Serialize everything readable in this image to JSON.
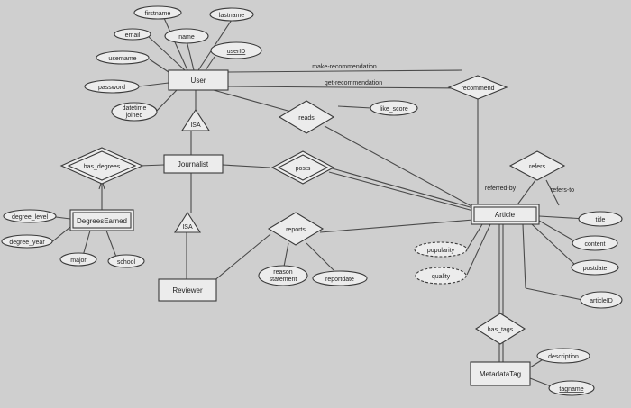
{
  "entities": {
    "user": "User",
    "journalist": "Journalist",
    "reviewer": "Reviewer",
    "degrees_earned": "DegreesEarned",
    "article": "Article",
    "metadata_tag": "MetadataTag"
  },
  "attributes": {
    "firstname": "firstname",
    "lastname": "lastname",
    "email": "email",
    "name": "name",
    "userid": "userID",
    "username": "username",
    "password": "password",
    "datetime_joined_1": "datetime",
    "datetime_joined_2": "joined",
    "like_score": "like_score",
    "degree_level": "degree_level",
    "degree_year": "degree_year",
    "major": "major",
    "school": "school",
    "reason_statement_1": "reason",
    "reason_statement_2": "statement",
    "reportdate": "reportdate",
    "popularity": "popularity",
    "quality": "quality",
    "title": "title",
    "content": "content",
    "postdate": "postdate",
    "articleid": "articleID",
    "description": "description",
    "tagname": "tagname"
  },
  "relationships": {
    "recommend": "recommend",
    "reads": "reads",
    "posts": "posts",
    "has_degrees": "has_degrees",
    "reports": "reports",
    "refers": "refers",
    "has_tags": "has_tags",
    "isa_top": "ISA",
    "isa_bottom": "ISA"
  },
  "edge_labels": {
    "make_recommendation": "make-recommendation",
    "get_recommendation": "get-recommendation",
    "referred_by": "referred-by",
    "refers_to": "refers-to"
  }
}
